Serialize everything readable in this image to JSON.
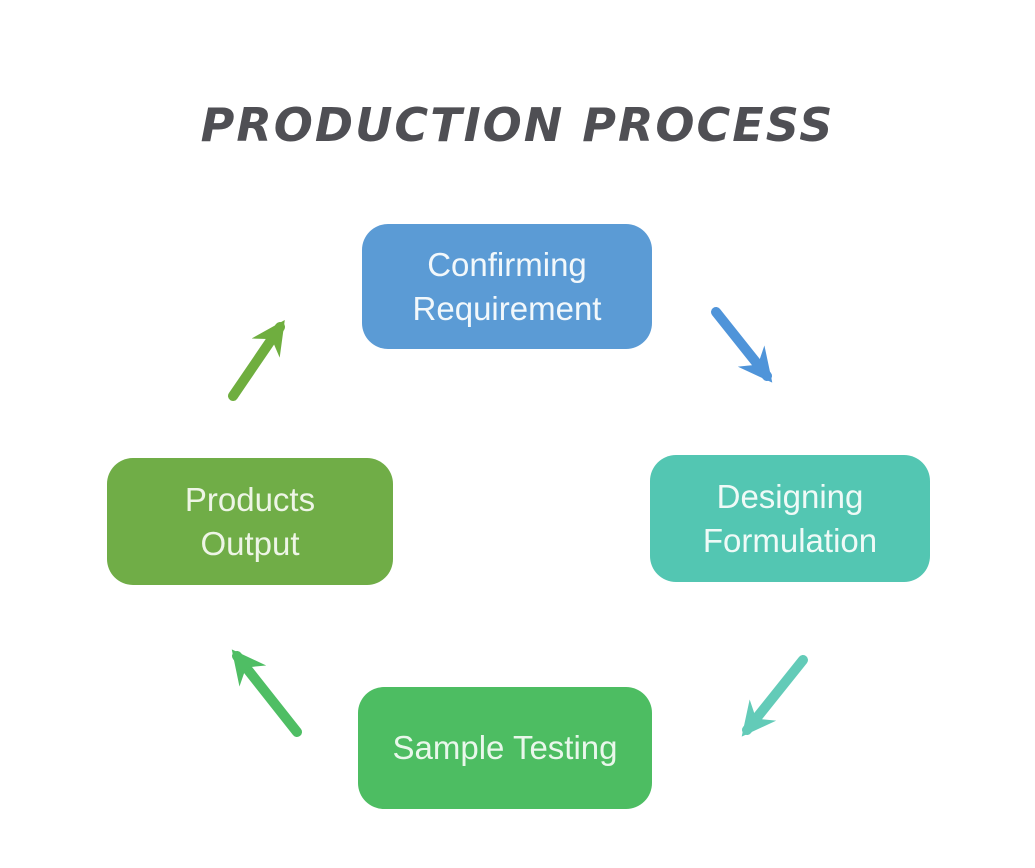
{
  "title": {
    "text": "PRODUCTION PROCESS",
    "color": "#4f4f54"
  },
  "background": "#ffffff",
  "diagram_type": "cycle",
  "nodes": [
    {
      "name": "confirming-requirement",
      "line1": "Confirming",
      "line2": "Requirement",
      "color": "#5b9bd5",
      "text_color": "#f2f8fb"
    },
    {
      "name": "designing-formulation",
      "line1": "Designing",
      "line2": "Formulation",
      "color": "#53c6b2",
      "text_color": "#effaf7"
    },
    {
      "name": "sample-testing",
      "line1": "Sample Testing",
      "line2": "",
      "color": "#4dbd62",
      "text_color": "#e9f7eb"
    },
    {
      "name": "products-output",
      "line1": "Products",
      "line2": "Output",
      "color": "#70ad47",
      "text_color": "#eef5e6"
    }
  ],
  "arrows": [
    {
      "name": "arrow-confirming-to-designing",
      "from": "Confirming Requirement",
      "to": "Designing Formulation",
      "direction": "down-right",
      "color": "#4f94d9"
    },
    {
      "name": "arrow-designing-to-sample",
      "from": "Designing Formulation",
      "to": "Sample Testing",
      "direction": "down-left",
      "color": "#63cbb8"
    },
    {
      "name": "arrow-sample-to-products",
      "from": "Sample Testing",
      "to": "Products Output",
      "direction": "up-left",
      "color": "#4fbe64"
    },
    {
      "name": "arrow-products-to-confirming",
      "from": "Products Output",
      "to": "Confirming Requirement",
      "direction": "up-right",
      "color": "#6fae3f"
    }
  ]
}
